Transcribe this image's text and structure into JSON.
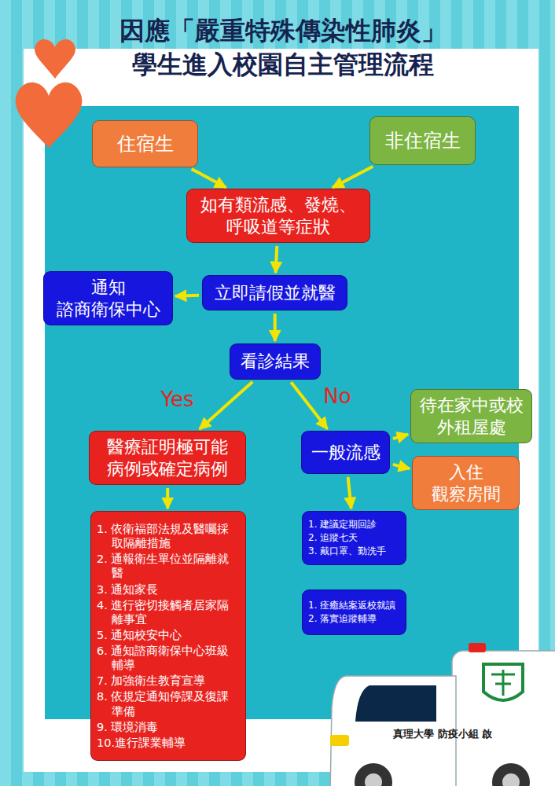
{
  "diagram": {
    "title": "因應「嚴重特殊傳染性肺炎」 學生進入校園自主管理流程",
    "nodes": [
      {
        "text": [
          "住宿生"
        ]
      },
      {
        "text": [
          "非住宿生"
        ]
      },
      {
        "text": [
          "如有類流感、發燒、 呼吸道等症狀"
        ]
      },
      {
        "text": [
          "立即請假並就醫"
        ]
      },
      {
        "text": [
          "通知 諮商衛保中心"
        ]
      },
      {
        "text": [
          "看診結果"
        ]
      },
      {
        "text": [
          "醫療証明極可能 病例或確定病例"
        ]
      },
      {
        "text": [
          "一般流感"
        ]
      },
      {
        "text": [
          "待在家中或校外租屋處"
        ]
      },
      {
        "text": [
          "入住 觀察房間"
        ]
      },
      {
        "text": [
          "1. 依衛福部法規及醫囑採取隔離措施",
          "2. 通報衛生單位並隔離就醫",
          "3. 通知家長",
          "4. 進行密切接觸者居家隔離事宜",
          "5. 通知校安中心",
          "6. 通知諮商衛保中心班級輔導",
          "7. 加強衛生教育宣導",
          "8. 依規定通知停課及復課準備",
          "9. 環境消毒",
          "10.進行課業輔導"
        ]
      },
      {
        "text": [
          "1. 建議定期回診",
          "2. 追蹤七天",
          "3. 戴口罩、勤洗手"
        ]
      },
      {
        "text": [
          "1. 痊癒結案返校就讀",
          "2. 落實追蹤輔導"
        ]
      }
    ],
    "edges": [
      {
        "from": 0,
        "to": 2,
        "arrow": "to"
      },
      {
        "from": 1,
        "to": 2,
        "arrow": "to"
      },
      {
        "from": 2,
        "to": 3,
        "arrow": "to"
      },
      {
        "from": 3,
        "to": 4,
        "arrow": "to"
      },
      {
        "from": 3,
        "to": 5,
        "arrow": "to"
      },
      {
        "from": 5,
        "to": 6,
        "label": "Yes",
        "arrow": "to"
      },
      {
        "from": 5,
        "to": 7,
        "label": "No",
        "arrow": "to"
      },
      {
        "from": 7,
        "to": 8,
        "arrow": "to"
      },
      {
        "from": 7,
        "to": 9,
        "arrow": "to"
      },
      {
        "from": 6,
        "to": 10,
        "arrow": "to"
      },
      {
        "from": 7,
        "to": 11,
        "arrow": "to"
      }
    ],
    "labels": [
      "真理大學 防疫小組 啟"
    ]
  }
}
